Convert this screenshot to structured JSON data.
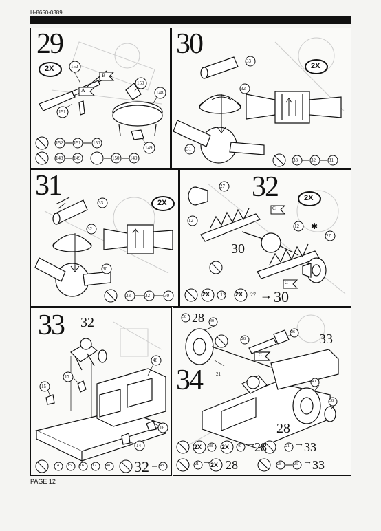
{
  "doc_id": "H-8650-0389",
  "page_label": "PAGE 12",
  "steps": {
    "s29": {
      "number": "29",
      "qty": "2X",
      "parts": [
        "152",
        "151",
        "150",
        "148",
        "149"
      ],
      "flags": [
        "B",
        "A"
      ],
      "seq1": [
        "152",
        "151",
        "150"
      ],
      "seq2": [
        "148",
        "149",
        "150",
        "149"
      ]
    },
    "s30": {
      "number": "30",
      "qty": "2X",
      "parts": [
        "33",
        "32",
        "31"
      ],
      "seq": [
        "33",
        "32",
        "31"
      ]
    },
    "s31": {
      "number": "31",
      "qty": "2X",
      "parts": [
        "33",
        "32",
        "30"
      ],
      "seq": [
        "33",
        "32",
        "30"
      ]
    },
    "s32": {
      "number": "32",
      "qty": "2X",
      "parts": [
        "27",
        "12",
        "30",
        "12",
        "27"
      ],
      "flags": [
        "C",
        "C"
      ],
      "seq_qty1": "2X",
      "seq_part1": "12",
      "seq_qty2": "2X",
      "seq_part2": "27",
      "seq_result": "30"
    },
    "s33": {
      "number": "33",
      "sub": "32",
      "parts": [
        "17",
        "15",
        "48",
        "16",
        "14"
      ],
      "seq": [
        "14",
        "15",
        "16",
        "17",
        "48"
      ],
      "seq_big": "32",
      "seq_end": "48"
    },
    "s34": {
      "number": "34",
      "parts": [
        "28",
        "38",
        "40",
        "21",
        "28",
        "26",
        "33",
        "40",
        "28",
        "38"
      ],
      "flags": [
        "C"
      ],
      "row1_qty1": "2X",
      "row1_p1": "38",
      "row1_qty2": "2X",
      "row1_p2": "40",
      "row1_r1": "28",
      "row1_p3": "21",
      "row1_r2": "33",
      "row2_p1": "21",
      "row2_qty": "2X",
      "row2_big": "28",
      "row2_p2": "28",
      "row2_p3": "26",
      "row2_r": "33"
    }
  }
}
